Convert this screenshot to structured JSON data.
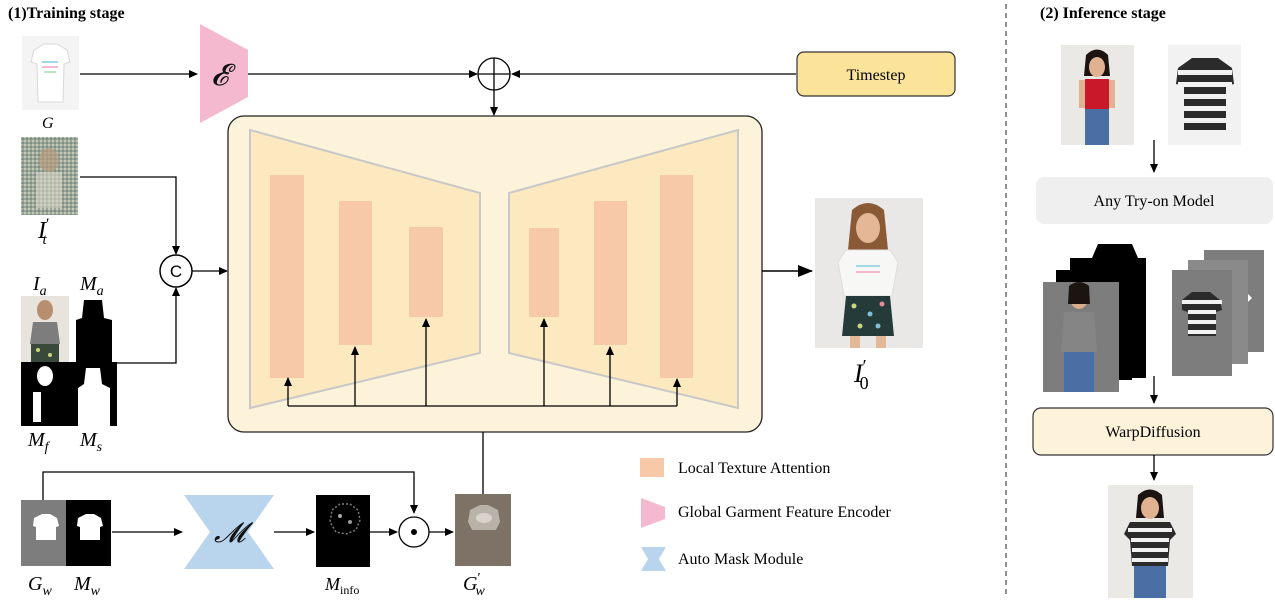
{
  "stages": {
    "training": "(1)Training stage",
    "inference": "(2) Inference stage"
  },
  "training": {
    "timestep": "Timestep",
    "encoder_symbol": "𝓔",
    "mask_module_symbol": "𝓜",
    "concat_symbol": "C",
    "labels": {
      "G": "G",
      "It": "I",
      "It_sub": "t",
      "It_prime": "′",
      "Ia": "I",
      "Ia_sub": "a",
      "Ma": "M",
      "Ma_sub": "a",
      "Mf": "M",
      "Mf_sub": "f",
      "Ms": "M",
      "Ms_sub": "s",
      "Gw": "G",
      "Gw_sub": "w",
      "Mw": "M",
      "Mw_sub": "w",
      "Minfo": "M",
      "Minfo_sub": "info",
      "Gw_prime": "G",
      "Gw_prime_sub": "w",
      "Gw_prime_mark": "′",
      "I0": "I",
      "I0_sub": "0",
      "I0_prime": "′"
    }
  },
  "legend": {
    "local_texture": "Local Texture Attention",
    "global_encoder": "Global Garment Feature Encoder",
    "auto_mask": "Auto Mask Module"
  },
  "inference": {
    "any_tryon": "Any Try-on Model",
    "warpdiffusion": "WarpDiffusion"
  },
  "colors": {
    "unet_bg": "#fdf3da",
    "unet_trap": "#fce9c0",
    "attention": "#f7c9a9",
    "encoder": "#f4b8cf",
    "mask_module": "#b9d5ee",
    "timestep": "#fbe49a",
    "inference_box": "#efefef",
    "warpdiffusion_box": "#fdf3da"
  }
}
